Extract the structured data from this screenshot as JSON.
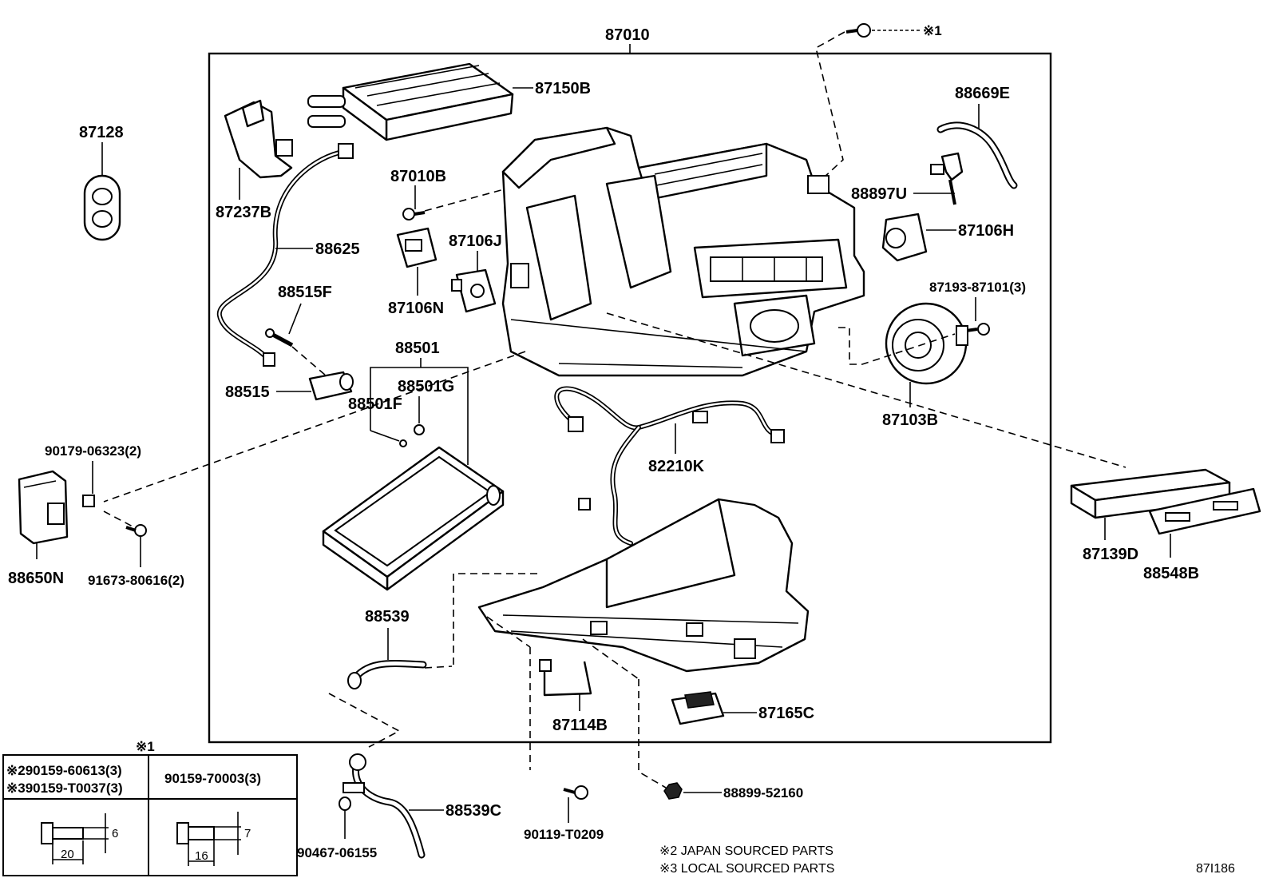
{
  "diagram": {
    "labels": {
      "assembly": "87010",
      "ref_mark_top": "※1",
      "heater_core": "87150B",
      "grommet": "87128",
      "bracket_left": "87237B",
      "bolt_top": "87010B",
      "wire_sensor": "88625",
      "servo_n": "87106N",
      "servo_j": "87106J",
      "hose_top": "88669E",
      "clamp_u": "88897U",
      "servo_h": "87106H",
      "blower_screws": "87193-87101(3)",
      "blower_motor": "87103B",
      "thermistor_clip": "88515F",
      "thermistor": "88515",
      "evaporator_group": "88501",
      "oring_g": "88501G",
      "oring_f": "88501F",
      "harness": "82210K",
      "clip_screw": "90179-06323(2)",
      "amplifier": "88650N",
      "amp_screw": "91673-80616(2)",
      "filter": "87139D",
      "filter_cover": "88548B",
      "drain_hose": "88539",
      "bracket_b": "87114B",
      "resistor": "87165C",
      "drain_hose_c": "88539C",
      "clip_bottom": "90467-06155",
      "screw_bottom": "90119-T0209",
      "nut_bottom": "88899-52160"
    },
    "fastener_table": {
      "ref_mark": "※1",
      "col1_line1": "※290159-60613(3)",
      "col1_line2": "※390159-T0037(3)",
      "col2_line1": "90159-70003(3)",
      "col1_len": "20",
      "col1_dia": "6",
      "col2_len": "16",
      "col2_dia": "7"
    },
    "notes": {
      "note2": "※2 JAPAN SOURCED PARTS",
      "note3": "※3 LOCAL SOURCED PARTS"
    },
    "figure_code": "87I186"
  }
}
